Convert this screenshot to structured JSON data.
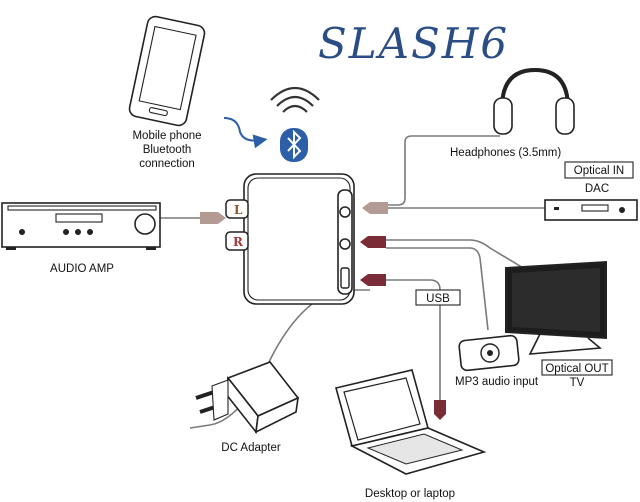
{
  "brand": "SLASH6",
  "labels": {
    "mobile_line1": "Mobile phone",
    "mobile_line2": "Bluetooth",
    "mobile_line3": "connection",
    "headphones": "Headphones (3.5mm)",
    "optical_in": "Optical IN",
    "dac": "DAC",
    "audio_amp": "AUDIO AMP",
    "usb": "USB",
    "optical_out": "Optical OUT",
    "tv": "TV",
    "mp3": "MP3 audio input",
    "dc_adapter": "DC Adapter",
    "computer": "Desktop or laptop",
    "jack_l": "L",
    "jack_r": "R"
  },
  "colors": {
    "bluetooth": "#2d5fa8",
    "plug_grey": "#b39b93",
    "plug_dark": "#7a2c36",
    "arrow_blue": "#2d5fa8"
  },
  "icons": [
    "smartphone-icon",
    "bluetooth-icon",
    "headphones-icon",
    "dac-icon",
    "amplifier-icon",
    "hub-device-icon",
    "tv-icon",
    "mp3-player-icon",
    "power-adapter-icon",
    "laptop-icon"
  ]
}
